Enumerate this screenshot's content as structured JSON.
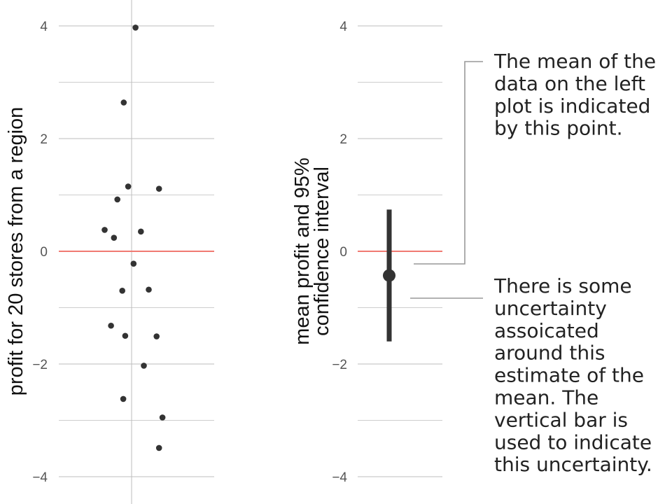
{
  "colors": {
    "zero_line": "#f07a72",
    "grid": "#bdbdbd",
    "point": "#333333",
    "annotation_line": "#999999"
  },
  "chart_data": [
    {
      "type": "scatter",
      "ylabel": "profit for 20 stores from a region",
      "ylim": [
        -4.2,
        4.4
      ],
      "yticks": [
        4,
        2,
        0,
        -2,
        -4
      ],
      "ytick_labels": [
        "4",
        "2",
        "0",
        "−2",
        "−4"
      ],
      "reference_line": 0,
      "grid": true,
      "points": [
        {
          "x": 0.08,
          "y": 3.97
        },
        {
          "x": -0.16,
          "y": 2.64
        },
        {
          "x": -0.07,
          "y": 1.15
        },
        {
          "x": 0.56,
          "y": 1.11
        },
        {
          "x": -0.29,
          "y": 0.92
        },
        {
          "x": -0.55,
          "y": 0.38
        },
        {
          "x": 0.19,
          "y": 0.35
        },
        {
          "x": -0.36,
          "y": 0.24
        },
        {
          "x": 0.04,
          "y": -0.22
        },
        {
          "x": -0.19,
          "y": -0.7
        },
        {
          "x": 0.35,
          "y": -0.68
        },
        {
          "x": -0.42,
          "y": -1.32
        },
        {
          "x": -0.13,
          "y": -1.5
        },
        {
          "x": 0.51,
          "y": -1.51
        },
        {
          "x": 0.25,
          "y": -2.03
        },
        {
          "x": -0.17,
          "y": -2.62
        },
        {
          "x": 0.63,
          "y": -2.95
        },
        {
          "x": 0.56,
          "y": -3.49
        }
      ]
    },
    {
      "type": "scatter",
      "ylabel": "mean profit and 95% confidence interval",
      "ylim": [
        -4.2,
        4.4
      ],
      "yticks": [
        4,
        2,
        0,
        -2,
        -4
      ],
      "ytick_labels": [
        "4",
        "2",
        "0",
        "−2",
        "−4"
      ],
      "reference_line": 0,
      "grid": true,
      "mean": -0.43,
      "ci": [
        -1.6,
        0.74
      ]
    }
  ],
  "annotations": [
    {
      "lines": [
        "The mean of the",
        "data on the left",
        "plot is indicated",
        "by this point."
      ]
    },
    {
      "lines": [
        "There is some",
        "uncertainty",
        "assoicated",
        "around this",
        "estimate of the",
        "mean. The",
        "vertical bar is",
        "used to indicate",
        "this uncertainty."
      ]
    }
  ]
}
